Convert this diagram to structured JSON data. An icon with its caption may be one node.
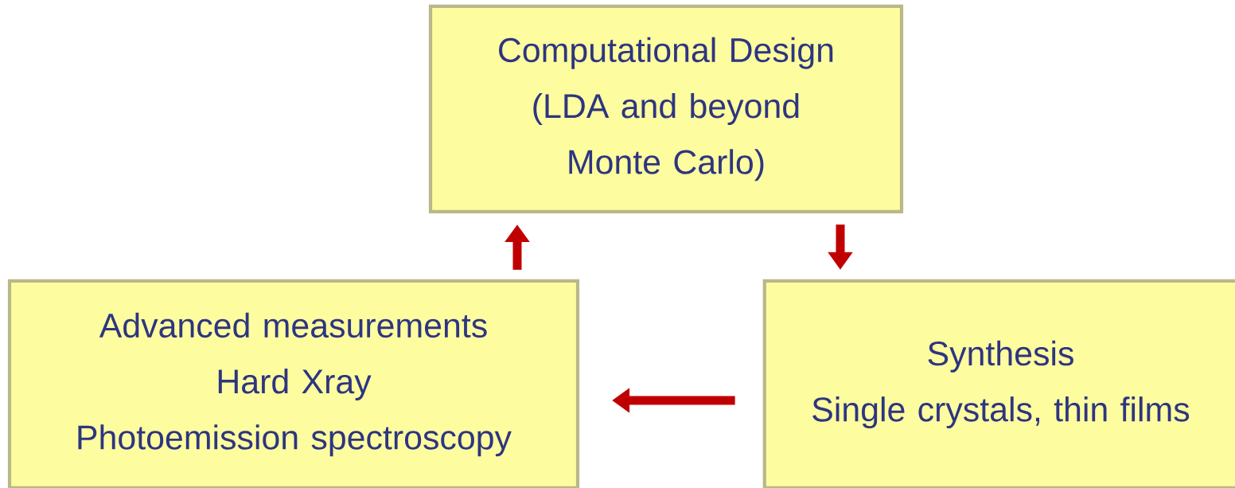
{
  "diagram": {
    "nodes": [
      {
        "text": [
          "Computational Design",
          "(LDA and beyond Monte Carlo)"
        ]
      },
      {
        "text": [
          "Advanced measurements",
          "Hard Xray",
          "Photoemission spectroscopy"
        ]
      },
      {
        "text": [
          "Synthesis",
          "Single crystals, thin films"
        ]
      }
    ],
    "edges": [
      {
        "from": 0,
        "to": 2,
        "arrow": "to"
      },
      {
        "from": 2,
        "to": 1,
        "arrow": "to"
      },
      {
        "from": 1,
        "to": 0,
        "arrow": "to"
      }
    ]
  }
}
